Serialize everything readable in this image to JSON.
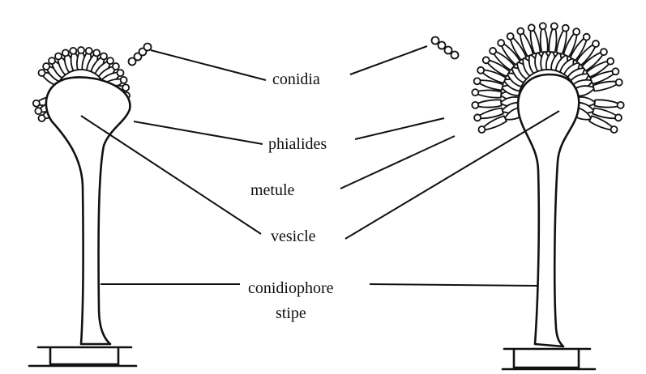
{
  "labels": {
    "conidia": "conidia",
    "phialides": "phialides",
    "metule": "metule",
    "vesicle": "vesicle",
    "conidiophore": "conidiophore",
    "stipe": "stipe"
  },
  "colors": {
    "ink": "#111111",
    "background": "#ffffff"
  }
}
